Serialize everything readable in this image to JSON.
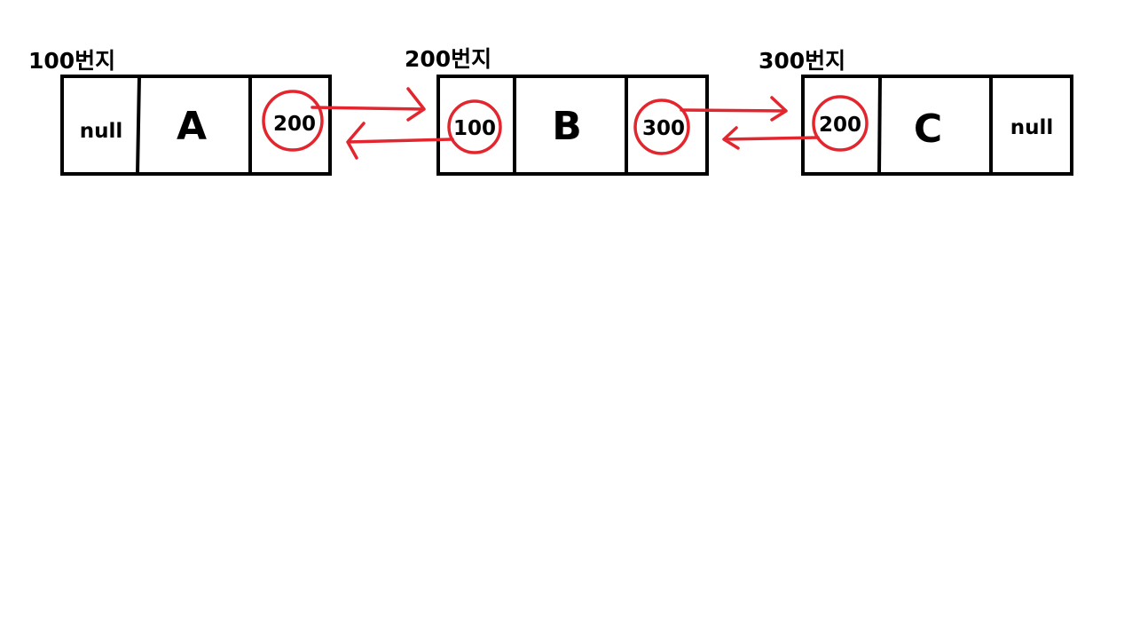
{
  "colors": {
    "outline": "#000000",
    "pointer": "#e3262e",
    "background": "#ffffff"
  },
  "nodes": [
    {
      "address": "100번지",
      "prev": "null",
      "value": "A",
      "next": "200"
    },
    {
      "address": "200번지",
      "prev": "100",
      "value": "B",
      "next": "300"
    },
    {
      "address": "300번지",
      "prev": "200",
      "value": "C",
      "next": "null"
    }
  ]
}
